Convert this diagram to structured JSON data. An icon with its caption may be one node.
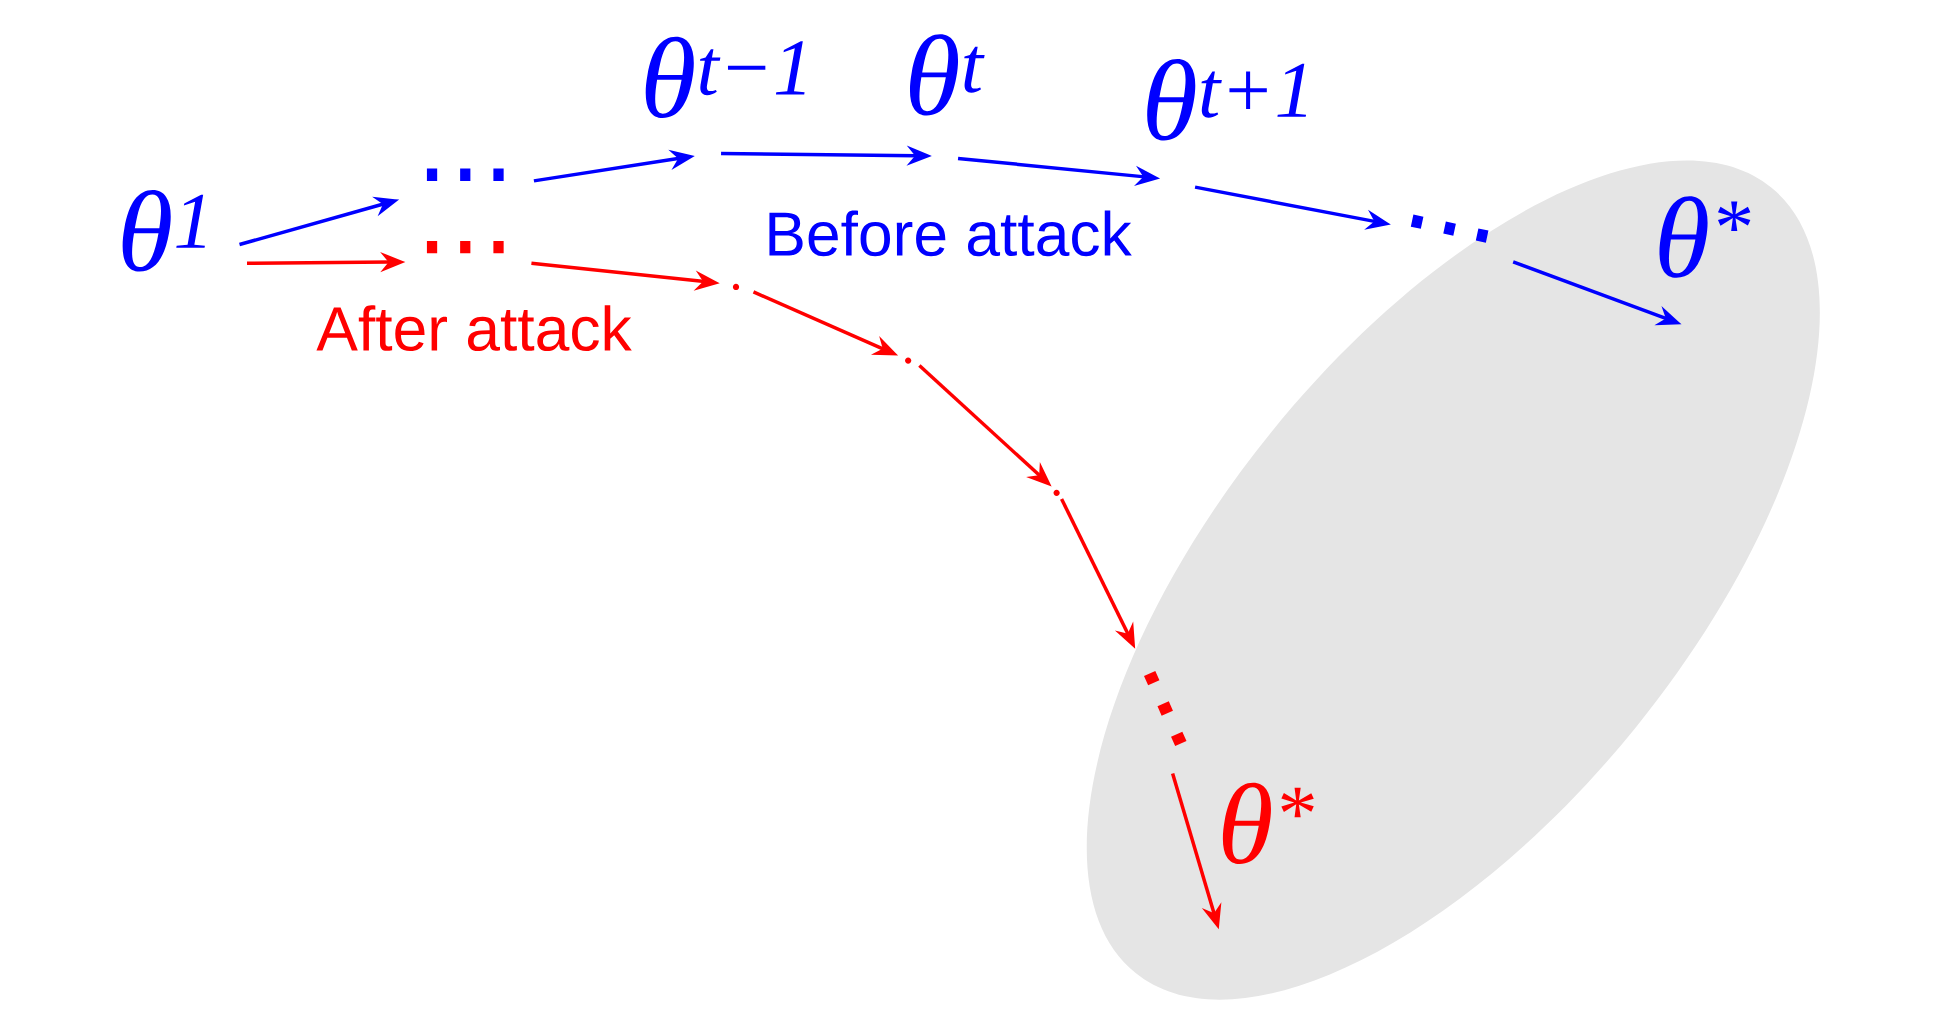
{
  "diagram": {
    "nodes": [
      {
        "text": [
          "θ$^{1}$"
        ]
      },
      {
        "text": [
          "⋯"
        ]
      },
      {
        "text": [
          "θ$^{t−1}$"
        ]
      },
      {
        "text": [
          "θ$^{t}$"
        ]
      },
      {
        "text": [
          "θ$^{t+1}$"
        ]
      },
      {
        "text": [
          "⋯"
        ]
      },
      {
        "text": [
          "θ$^{*}$"
        ]
      },
      {
        "text": [
          "⋯"
        ]
      },
      {
        "text": [],
        "shape": "point"
      },
      {
        "text": [],
        "shape": "point"
      },
      {
        "text": [],
        "shape": "point"
      },
      {
        "text": [
          "⋯"
        ]
      },
      {
        "text": [
          "θ$^{*}$"
        ]
      }
    ],
    "edges": [
      {
        "from": 0,
        "to": 1,
        "arrow": "to",
        "color": "#0000ff"
      },
      {
        "from": 1,
        "to": 2,
        "arrow": "to",
        "color": "#0000ff"
      },
      {
        "from": 2,
        "to": 3,
        "arrow": "to",
        "color": "#0000ff"
      },
      {
        "from": 3,
        "to": 4,
        "arrow": "to",
        "color": "#0000ff"
      },
      {
        "from": 4,
        "to": 5,
        "arrow": "to",
        "color": "#0000ff"
      },
      {
        "from": 5,
        "to": 6,
        "arrow": "to",
        "color": "#0000ff"
      },
      {
        "from": 0,
        "to": 7,
        "arrow": "to",
        "color": "#ff0000"
      },
      {
        "from": 7,
        "to": 8,
        "arrow": "to",
        "color": "#ff0000"
      },
      {
        "from": 8,
        "to": 9,
        "arrow": "to",
        "color": "#ff0000"
      },
      {
        "from": 9,
        "to": 10,
        "arrow": "to",
        "color": "#ff0000"
      },
      {
        "from": 10,
        "to": 11,
        "arrow": "to",
        "color": "#ff0000"
      },
      {
        "from": 11,
        "to": 12,
        "arrow": "to",
        "color": "#ff0000"
      }
    ],
    "labels": [
      "Before attack",
      "After attack"
    ]
  }
}
